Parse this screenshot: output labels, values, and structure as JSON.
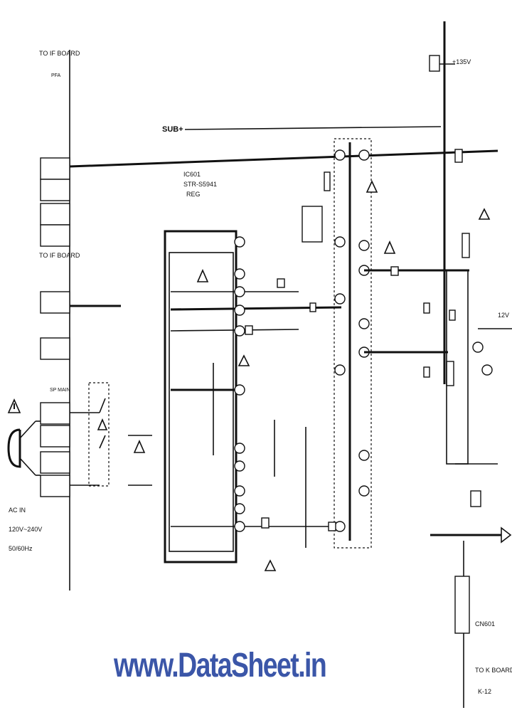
{
  "watermark": {
    "text": "www.DataSheet.in",
    "color": "#3b56a8"
  },
  "labels": {
    "rail_voltage": "+135V",
    "to_board_top": "TO IF BOARD",
    "sub_top": "PFA",
    "to_board_mid": "TO IF BOARD",
    "sw_label": "SP MAIN",
    "ac_in_1": "AC IN",
    "ac_in_2": "120V~240V",
    "ac_in_3": "50/60Hz",
    "ic_name_1": "IC601",
    "ic_name_2": "STR-S5941",
    "ic_name_3": "REG",
    "sub_b": "SUB+",
    "to_k_board_1": "TO K BOARD",
    "to_k_board_2": "K-12",
    "out_voltage": "12V",
    "line_label": "CN601"
  },
  "icons": {
    "warning": "caution-triangle-icon",
    "plug": "ac-plug-icon",
    "arrow": "output-arrow-icon"
  }
}
